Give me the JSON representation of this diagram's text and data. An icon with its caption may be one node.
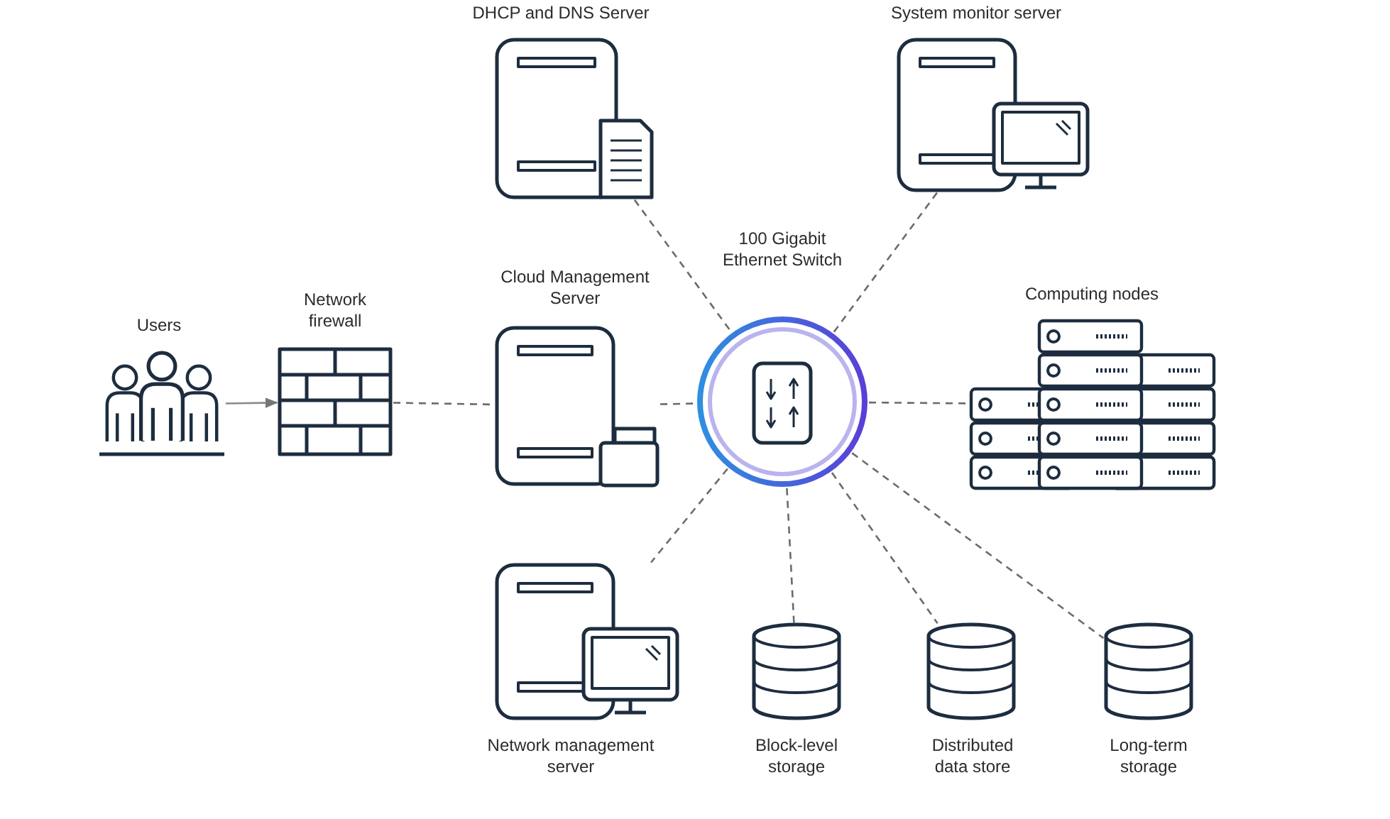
{
  "diagram": {
    "nodes": [
      {
        "text": [
          "DHCP and DNS Server"
        ]
      },
      {
        "text": [
          "System monitor server"
        ]
      },
      {
        "text": [
          "Users"
        ]
      },
      {
        "text": [
          "Network firewall"
        ]
      },
      {
        "text": [
          "Cloud Management Server"
        ]
      },
      {
        "text": [
          "100 Gigabit Ethernet Switch"
        ]
      },
      {
        "text": [
          "Computing nodes"
        ]
      },
      {
        "text": [
          "Network management server"
        ]
      },
      {
        "text": [
          "Block-level storage"
        ]
      },
      {
        "text": [
          "Distributed data store"
        ]
      },
      {
        "text": [
          "Long-term storage"
        ]
      }
    ],
    "edges": [
      {
        "from": 2,
        "to": 3,
        "arrow": "to"
      },
      {
        "from": 3,
        "to": 4,
        "arrow": "none",
        "style": "dashed"
      },
      {
        "from": 4,
        "to": 5,
        "arrow": "none",
        "style": "dashed"
      },
      {
        "from": 0,
        "to": 5,
        "arrow": "none",
        "style": "dashed"
      },
      {
        "from": 1,
        "to": 5,
        "arrow": "none",
        "style": "dashed"
      },
      {
        "from": 5,
        "to": 6,
        "arrow": "none",
        "style": "dashed"
      },
      {
        "from": 5,
        "to": 7,
        "arrow": "none",
        "style": "dashed"
      },
      {
        "from": 5,
        "to": 8,
        "arrow": "none",
        "style": "dashed"
      },
      {
        "from": 5,
        "to": 9,
        "arrow": "none",
        "style": "dashed"
      },
      {
        "from": 5,
        "to": 10,
        "arrow": "none",
        "style": "dashed"
      }
    ]
  }
}
